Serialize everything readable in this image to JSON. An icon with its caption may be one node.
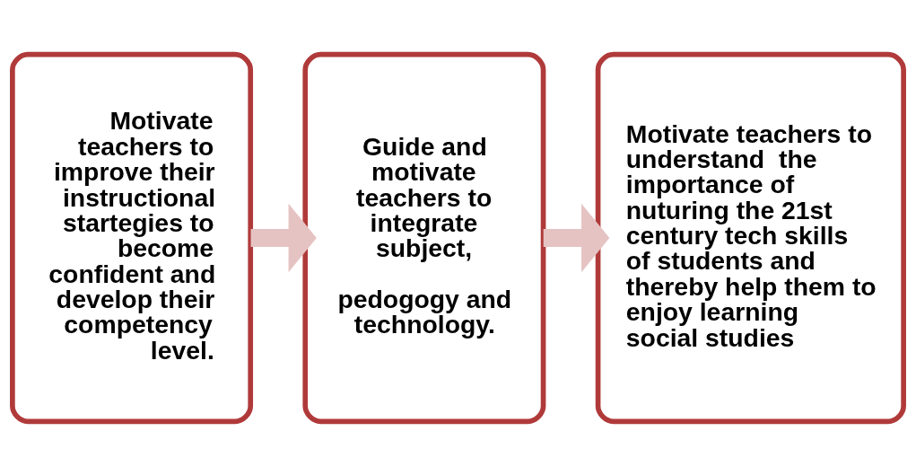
{
  "diagram": {
    "nodes": [
      {
        "text": [
          "Motivate teachers to improve their instructional startegies to become confident and develop their competency level."
        ]
      },
      {
        "text": [
          "Guide and motivate teachers to integrate subject,",
          "pedogogy and technology."
        ]
      },
      {
        "text": [
          "Motivate teachers to understand  the importance of nuturing the 21st century tech skills of students and thereby help them to enjoy learning social studies"
        ]
      }
    ],
    "edges": [
      {
        "from": 0,
        "to": 1,
        "arrow": "to",
        "color": "#e6c3c3"
      },
      {
        "from": 1,
        "to": 2,
        "arrow": "to",
        "color": "#e6c3c3"
      }
    ]
  }
}
